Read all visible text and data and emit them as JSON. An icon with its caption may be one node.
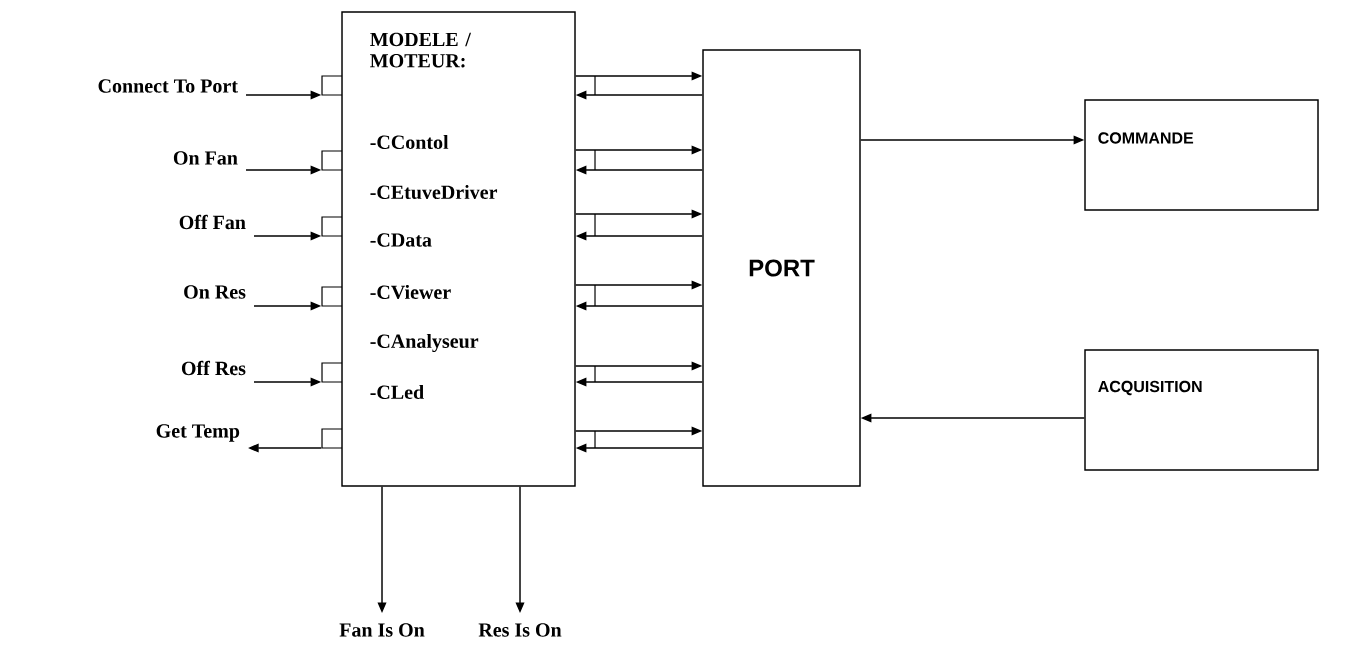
{
  "diagram": {
    "nodes": [
      {
        "text": [
          "MODELE / MOTEUR:",
          "-CContol",
          "-CEtuveDriver",
          "-CData",
          "-CViewer",
          "-CAnalyseur",
          "-CLed"
        ]
      },
      {
        "text": [
          "PORT"
        ]
      },
      {
        "text": [
          "COMMANDE"
        ]
      },
      {
        "text": [
          "ACQUISITION"
        ]
      },
      {
        "text": [
          "Connect To Port"
        ]
      },
      {
        "text": [
          "On Fan"
        ]
      },
      {
        "text": [
          "Off Fan"
        ]
      },
      {
        "text": [
          "On Res"
        ]
      },
      {
        "text": [
          "Off Res"
        ]
      },
      {
        "text": [
          "Get Temp"
        ]
      },
      {
        "text": [
          "Fan Is On"
        ]
      },
      {
        "text": [
          "Res Is On"
        ]
      }
    ],
    "edges": [
      {
        "from": 4,
        "to": 0,
        "arrow": "to"
      },
      {
        "from": 5,
        "to": 0,
        "arrow": "to"
      },
      {
        "from": 6,
        "to": 0,
        "arrow": "to"
      },
      {
        "from": 7,
        "to": 0,
        "arrow": "to"
      },
      {
        "from": 8,
        "to": 0,
        "arrow": "to"
      },
      {
        "from": 0,
        "to": 9,
        "arrow": "to"
      },
      {
        "from": 0,
        "to": 10,
        "arrow": "to"
      },
      {
        "from": 0,
        "to": 11,
        "arrow": "to"
      },
      {
        "from": 0,
        "to": 1,
        "arrow": "to"
      },
      {
        "from": 1,
        "to": 0,
        "arrow": "to"
      },
      {
        "from": 0,
        "to": 1,
        "arrow": "to"
      },
      {
        "from": 1,
        "to": 0,
        "arrow": "to"
      },
      {
        "from": 0,
        "to": 1,
        "arrow": "to"
      },
      {
        "from": 1,
        "to": 0,
        "arrow": "to"
      },
      {
        "from": 0,
        "to": 1,
        "arrow": "to"
      },
      {
        "from": 1,
        "to": 0,
        "arrow": "to"
      },
      {
        "from": 0,
        "to": 1,
        "arrow": "to"
      },
      {
        "from": 1,
        "to": 0,
        "arrow": "to"
      },
      {
        "from": 0,
        "to": 1,
        "arrow": "to"
      },
      {
        "from": 1,
        "to": 0,
        "arrow": "to"
      },
      {
        "from": 1,
        "to": 2,
        "arrow": "to"
      },
      {
        "from": 3,
        "to": 1,
        "arrow": "to"
      }
    ]
  }
}
